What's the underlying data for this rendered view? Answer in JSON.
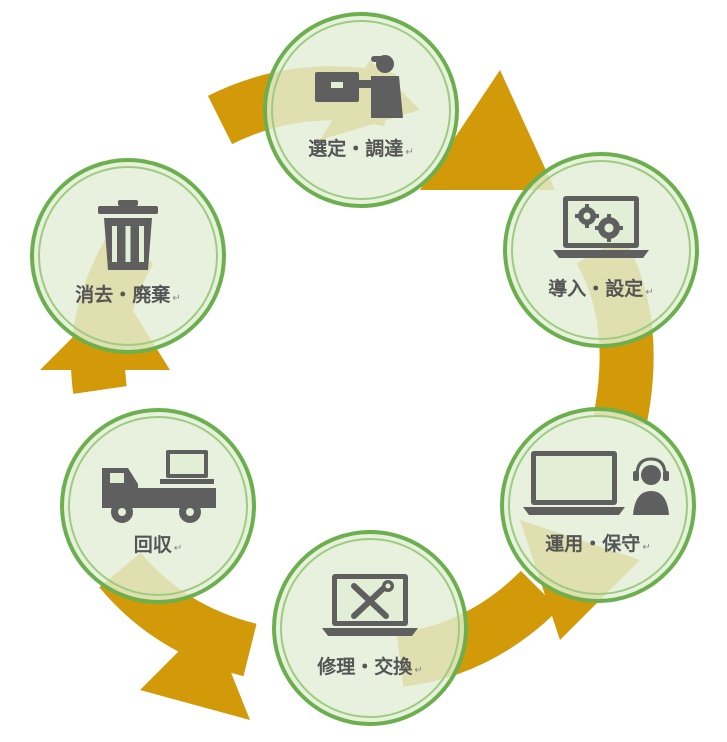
{
  "steps": [
    {
      "id": "select",
      "label": "選定・調達",
      "icon": "delivery-person-icon"
    },
    {
      "id": "deploy",
      "label": "導入・設定",
      "icon": "laptop-gears-icon"
    },
    {
      "id": "operate",
      "label": "運用・保守",
      "icon": "laptop-support-operator-icon"
    },
    {
      "id": "repair",
      "label": "修理・交換",
      "icon": "laptop-tools-icon"
    },
    {
      "id": "collect",
      "label": "回収",
      "icon": "truck-laptop-icon"
    },
    {
      "id": "dispose",
      "label": "消去・廃棄",
      "icon": "trash-can-icon"
    }
  ],
  "paragraph_mark": "↵",
  "colors": {
    "arrow": "#d29a09",
    "circle_border": "#6cb04e",
    "circle_fill": "#e2eed6",
    "icon": "#5f5f5f",
    "label": "#555555"
  }
}
